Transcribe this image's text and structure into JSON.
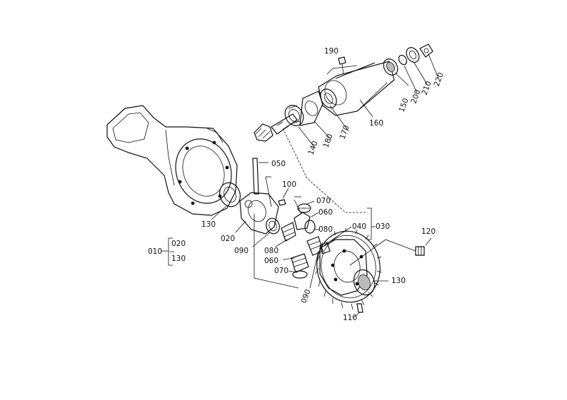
{
  "labels": {
    "p010": "010",
    "p020a": "020",
    "p020b": "020",
    "p030": "030",
    "p040": "040",
    "p050": "050",
    "p060a": "060",
    "p060b": "060",
    "p070a": "070",
    "p070b": "070",
    "p080a": "080",
    "p080b": "080",
    "p090a": "090",
    "p090b": "090",
    "p100": "100",
    "p110": "110",
    "p120": "120",
    "p130a": "130",
    "p130b": "130",
    "p130c": "130",
    "p140": "140",
    "p150": "150",
    "p160": "160",
    "p170": "170",
    "p180": "180",
    "p190": "190",
    "p200": "200",
    "p210": "210",
    "p220": "220"
  }
}
